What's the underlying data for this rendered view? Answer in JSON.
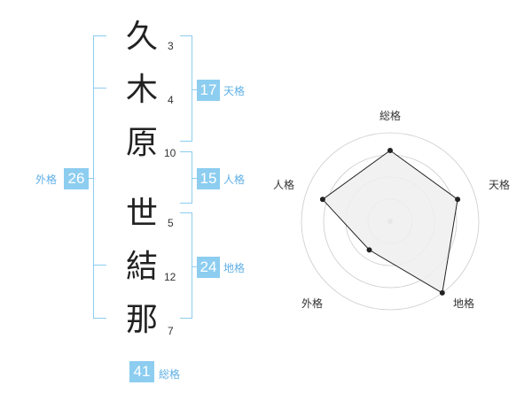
{
  "name_chars": [
    {
      "char": "久",
      "strokes": "3"
    },
    {
      "char": "木",
      "strokes": "4"
    },
    {
      "char": "原",
      "strokes": "10"
    },
    {
      "char": "世",
      "strokes": "5"
    },
    {
      "char": "結",
      "strokes": "12"
    },
    {
      "char": "那",
      "strokes": "7"
    }
  ],
  "fortunes": {
    "tenkaku": {
      "value": "17",
      "label": "天格"
    },
    "jinkaku": {
      "value": "15",
      "label": "人格"
    },
    "chikaku": {
      "value": "24",
      "label": "地格"
    },
    "gaikaku": {
      "value": "26",
      "label": "外格"
    },
    "soukaku": {
      "value": "41",
      "label": "総格"
    }
  },
  "chart_data": {
    "type": "radar",
    "axes": [
      "総格",
      "天格",
      "地格",
      "外格",
      "人格"
    ],
    "values": [
      4,
      4,
      5,
      2,
      4
    ],
    "max": 5,
    "rings": 4,
    "colors": {
      "fill": "#eeeeee",
      "line": "#222222",
      "ring": "#cccccc",
      "center": "#bbbbbb"
    }
  },
  "colors": {
    "accent": "#8ccdf0",
    "accent_text": "#5fb0e6"
  }
}
